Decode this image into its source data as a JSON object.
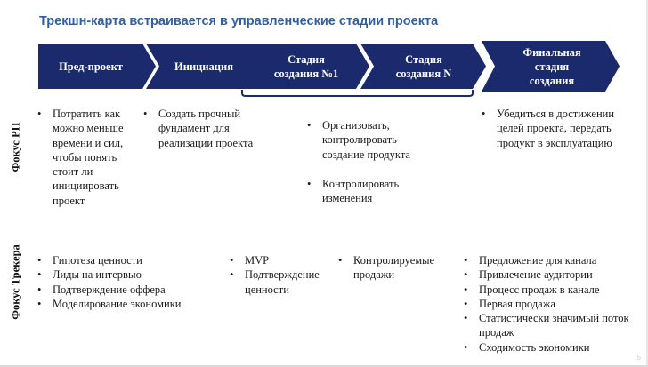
{
  "title": "Трекшн-карта встраивается в управленческие стадии проекта",
  "colors": {
    "chevron": "#1a2a6c",
    "title": "#2e5fa3"
  },
  "stages": [
    {
      "label": "Пред-проект"
    },
    {
      "label": "Инициация"
    },
    {
      "label": "Стадия\nсоздания №1"
    },
    {
      "label": "Стадия\nсоздания N"
    },
    {
      "label": "Финальная\nстадия\nсоздания"
    }
  ],
  "rows": {
    "pm_focus_label": "Фокус РП",
    "tracker_focus_label": "Фокус Трекера"
  },
  "pm_focus": {
    "preproject": [
      "Потратить как можно меньше времени и сил, чтобы понять стоит ли инициировать проект"
    ],
    "initiation": [
      "Создать прочный фундамент для реализации проекта"
    ],
    "creation": [
      "Организовать, контролировать создание продукта",
      "Контролировать изменения"
    ],
    "final": [
      "Убедиться в достижении целей проекта, передать продукт в эксплуатацию"
    ]
  },
  "tracker_focus": {
    "preproject": [
      "Гипотеза ценности",
      "Лиды на интервью",
      "Подтверждение оффера",
      "Моделирование экономики"
    ],
    "creation1": [
      "MVP",
      "Подтверждение ценности"
    ],
    "creationN": [
      "Контролируемые продажи"
    ],
    "final": [
      "Предложение для канала",
      "Привлечение аудитории",
      "Процесс продаж в канале",
      "Первая продажа",
      "Статистически значимый поток продаж",
      "Сходимость экономики"
    ]
  },
  "page_number": "5"
}
